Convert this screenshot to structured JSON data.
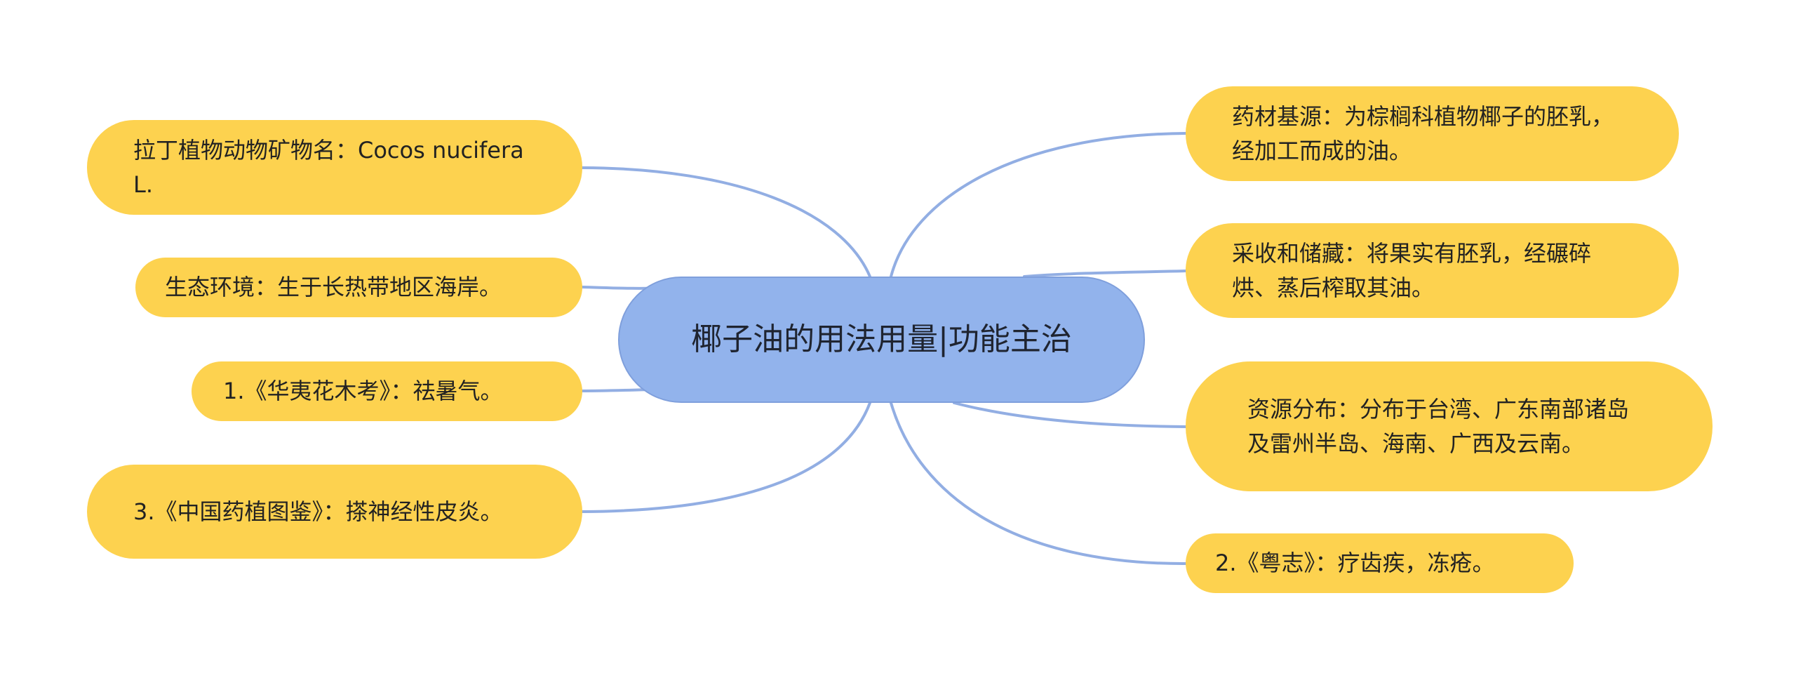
{
  "central_topic": "椰子油的用法用量|功能主治",
  "left_branches": [
    {
      "id": "latin-name",
      "text": "拉丁植物动物矿物名：Cocos nucifera L."
    },
    {
      "id": "ecology",
      "text": "生态环境：生于长热带地区海岸。"
    },
    {
      "id": "huayi",
      "text": "1.《华夷花木考》：祛暑气。"
    },
    {
      "id": "zhongguo",
      "text": "3.《中国药植图鉴》：搽神经性皮炎。"
    }
  ],
  "right_branches": [
    {
      "id": "source",
      "text": "药材基源：为棕榈科植物椰子的胚乳，经加工而成的油。"
    },
    {
      "id": "harvest",
      "text": "采收和储藏：将果实有胚乳，经碾碎烘、蒸后榨取其油。"
    },
    {
      "id": "distribution",
      "text": "资源分布：分布于台湾、广东南部诸岛及雷州半岛、海南、广西及云南。"
    },
    {
      "id": "yuezhi",
      "text": "2.《粤志》：疗齿疾，冻疮。"
    }
  ],
  "colors": {
    "topic_fill": "#92b3ec",
    "branch_fill": "#fdd24f",
    "connector": "#92aee3"
  }
}
